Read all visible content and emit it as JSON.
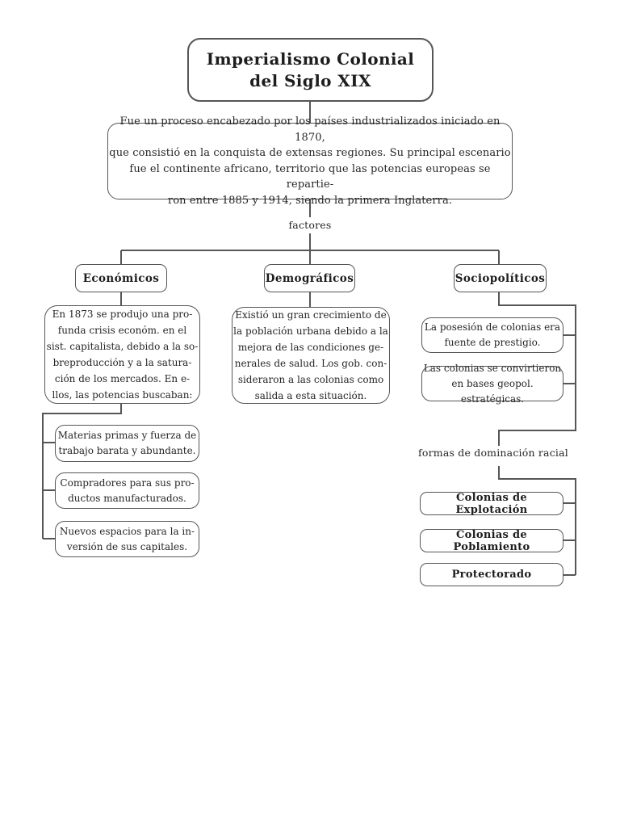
{
  "page": {
    "background": "#ffffff",
    "line_color": "#565656",
    "text_color": "#262626"
  },
  "title": {
    "text": "Imperialismo Colonial\ndel Siglo XIX"
  },
  "intro": {
    "text": "Fue un proceso encabezado por los países industrializados iniciado en 1870,\nque consistió en la conquista de extensas regiones. Su principal escenario\nfue el continente africano, territorio que las potencias europeas se repartie-\nron entre 1885 y 1914, siendo la primera Inglaterra."
  },
  "factores_label": "factores",
  "branches": {
    "economicos": {
      "header": "Económicos",
      "body": "En 1873 se produjo una pro-\nfunda crisis económ. en el\nsist. capitalista, debido a la so-\nbreproducción y a la satura-\nción de los mercados. En e-\nllos, las potencias buscaban:",
      "items": [
        "Materias primas y fuerza de\ntrabajo barata y abundante.",
        "Compradores para sus pro-\nductos manufacturados.",
        "Nuevos espacios para la in-\nversión de sus capitales."
      ]
    },
    "demograficos": {
      "header": "Demográficos",
      "body": "Existió un gran crecimiento de\nla población urbana debido a la\nmejora de las condiciones ge-\nnerales de salud. Los gob. con-\nsideraron a las colonias como\nsalida a esta situación."
    },
    "sociopoliticos": {
      "header": "Sociopolíticos",
      "items": [
        "La posesión de colonias era\nfuente de prestigio.",
        "Las colonias se convirtieron\nen bases geopol. estratégicas."
      ]
    }
  },
  "dominacion": {
    "label": "formas de dominación racial",
    "items": [
      "Colonias de Explotación",
      "Colonias de Poblamiento",
      "Protectorado"
    ]
  }
}
